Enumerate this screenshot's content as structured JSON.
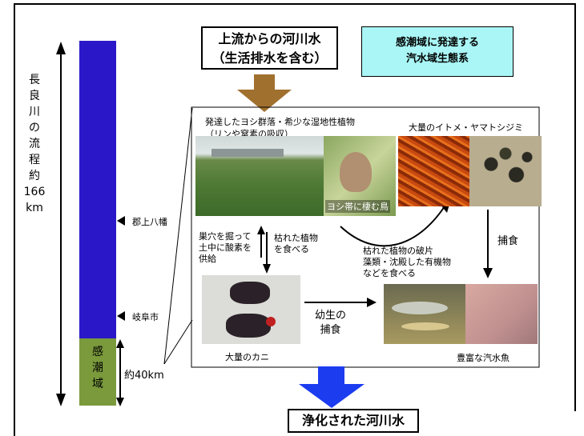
{
  "river_axis": {
    "label_lines": [
      "長",
      "良",
      "川",
      "の",
      "流",
      "程",
      "約",
      "166",
      "km"
    ],
    "markers": [
      {
        "label": "郡上八幡"
      },
      {
        "label": "岐阜市"
      }
    ],
    "tidal_zone_lines": [
      "感",
      "潮",
      "域"
    ],
    "tidal_length": "約40km"
  },
  "inflow_box": {
    "line1": "上流からの河川水",
    "line2": "（生活排水を含む）"
  },
  "ecosystem_box": {
    "line1": "感潮域に発達する",
    "line2": "汽水域生態系"
  },
  "reed": {
    "caption_line1": "発達したヨシ群落・希少な湿地性植物",
    "caption_line2": "（リンや窒素の吸収）",
    "bird_label": "ヨシ帯に棲む鳥"
  },
  "worms": {
    "caption": "大量のイトメ・ヤマトシジミ"
  },
  "predation": {
    "label": "捕食"
  },
  "crab_actions": {
    "left_lines": [
      "巣穴を掘って",
      "土中に酸素を",
      "供給"
    ],
    "right_lines": [
      "枯れた植物",
      "を食べる"
    ]
  },
  "detritus": {
    "lines": [
      "枯れた植物の破片",
      "藻類・沈殿した有機物",
      "などを食べる"
    ]
  },
  "crab": {
    "caption": "大量のカニ"
  },
  "larvae": {
    "line1": "幼生の",
    "line2": "捕食"
  },
  "fish": {
    "caption": "豊富な汽水魚"
  },
  "output_box": {
    "label": "浄化された河川水"
  },
  "colors": {
    "axis_blue": "#2a18c8",
    "tidal_green": "#7a9a3c",
    "inflow_arrow": "#a0702e",
    "output_arrow": "#1c3cf0",
    "ecosystem_fill": "#aaf6f6"
  }
}
